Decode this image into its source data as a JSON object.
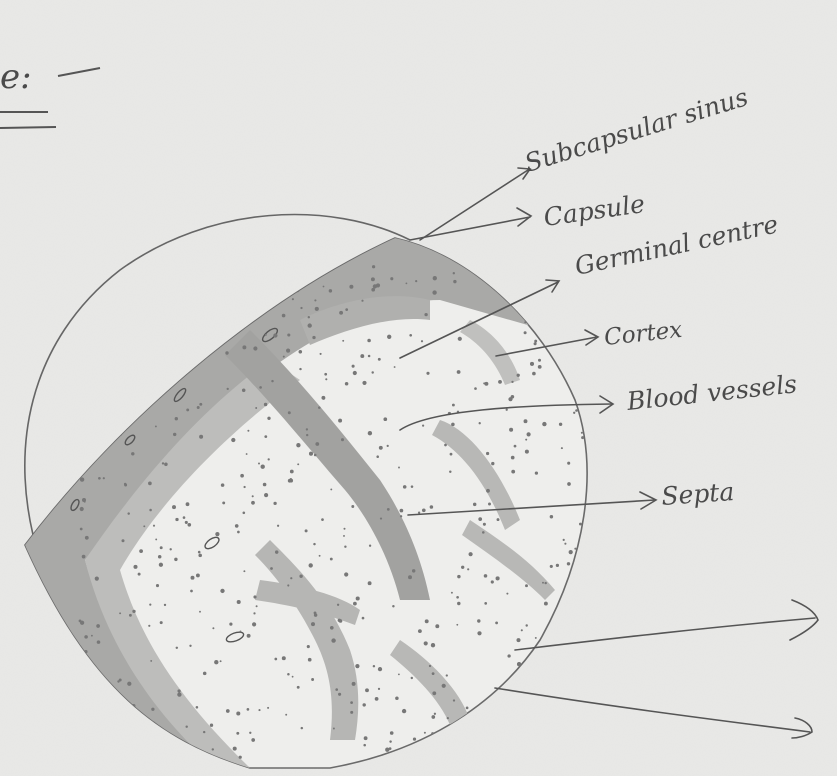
{
  "colors": {
    "paper": "#e9e9e7",
    "pencil": "#555555",
    "shade": "#a9a9a7",
    "shade_dark": "#8f8f8d"
  },
  "heading": {
    "fragment": "e:"
  },
  "labels": {
    "subcapsular_sinus": "Subcapsular sinus",
    "capsule": "Capsule",
    "germinal_centre": "Germinal centre",
    "cortex": "Cortex",
    "blood_vessels": "Blood vessels",
    "septa": "Septa"
  }
}
